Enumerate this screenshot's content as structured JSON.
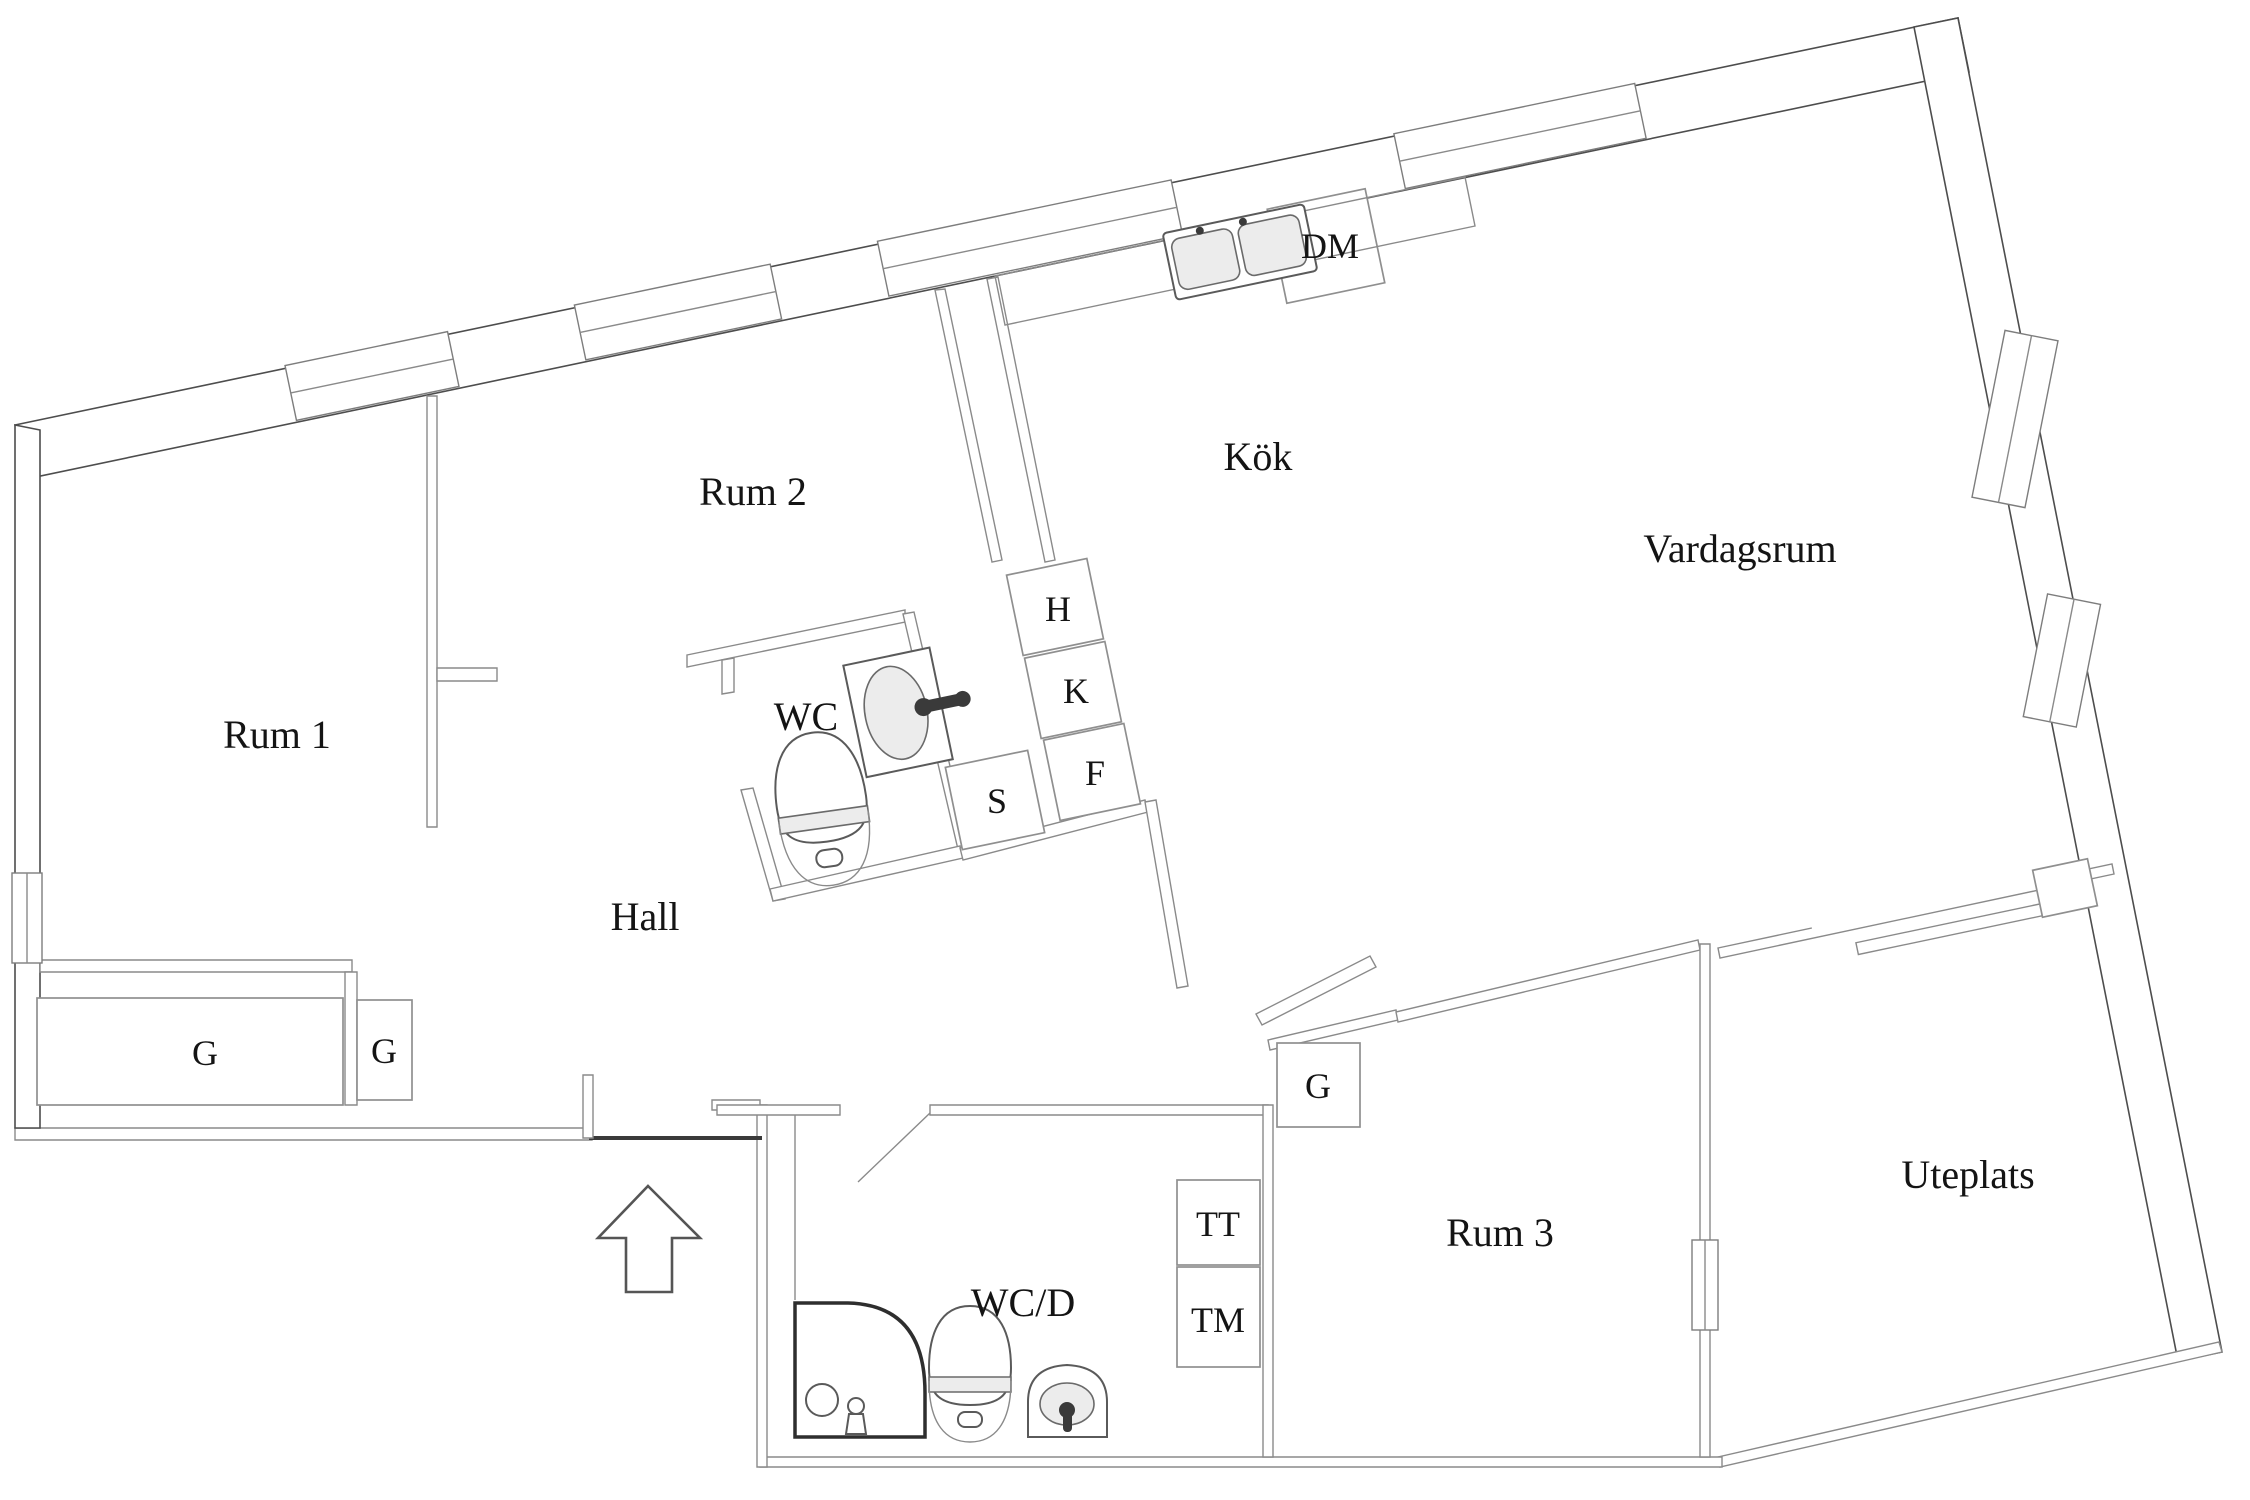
{
  "document": {
    "kind": "floor-plan",
    "language": "sv"
  },
  "labels": {
    "rum1": "Rum 1",
    "rum2": "Rum 2",
    "kok": "Kök",
    "vardagsrum": "Vardagsrum",
    "wc": "WC",
    "hall": "Hall",
    "rum3": "Rum 3",
    "wcd": "WC/D",
    "uteplats": "Uteplats",
    "dm": "DM",
    "h": "H",
    "k": "K",
    "f": "F",
    "s": "S",
    "g_hall_long": "G",
    "g_hall_small": "G",
    "g_rum3": "G",
    "tt": "TT",
    "tm": "TM"
  },
  "icons": {
    "entrance_arrow": "arrow-up-outline",
    "kitchen_sink": "double-basin-sink",
    "dishwasher": "DM-square",
    "wc_sink": "oval-basin",
    "wc_toilet": "toilet",
    "wcd_shower": "shower-corner",
    "wcd_toilet": "toilet",
    "wcd_sink": "half-oval-basin",
    "washing_machine": "TM-square",
    "dryer_cabinet": "TT-square"
  },
  "colors": {
    "background": "#ffffff",
    "wall_line": "#4d4d4d",
    "thin_line": "#8a8a8a",
    "dark_line": "#2e2e2e",
    "fixture_shade": "#ececec",
    "text": "#141414"
  }
}
